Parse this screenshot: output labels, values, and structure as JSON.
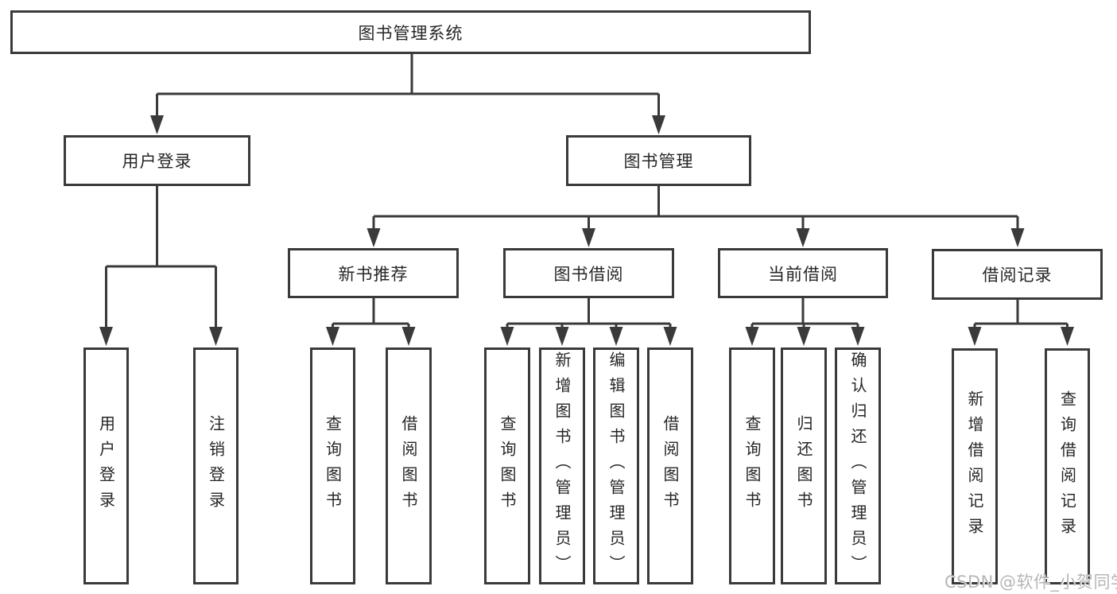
{
  "diagram_title": "图书管理系统",
  "colors": {
    "line": "#3a3a3a",
    "box_border": "#3a3a3a",
    "box_fill": "#ffffff",
    "text": "#262626",
    "watermark": "#b6b6b6"
  },
  "nodes": {
    "root": {
      "label": "图书管理系统"
    },
    "user_login": {
      "label": "用户登录"
    },
    "book_mgmt": {
      "label": "图书管理"
    },
    "new_book_rec": {
      "label": "新书推荐"
    },
    "book_borrow": {
      "label": "图书借阅"
    },
    "current_borrow": {
      "label": "当前借阅"
    },
    "borrow_records": {
      "label": "借阅记录"
    },
    "leaf_user_login": {
      "label": "用户登录"
    },
    "leaf_logout": {
      "label": "注销登录"
    },
    "leaf_query_book_rec": {
      "label": "查询图书"
    },
    "leaf_borrow_book_rec": {
      "label": "借阅图书"
    },
    "leaf_query_book_borrow": {
      "label": "查询图书"
    },
    "leaf_add_book_admin": {
      "label": "新增图书（管理员）"
    },
    "leaf_edit_book_admin": {
      "label": "编辑图书（管理员）"
    },
    "leaf_borrow_book_borrow": {
      "label": "借阅图书"
    },
    "leaf_query_book_current": {
      "label": "查询图书"
    },
    "leaf_return_book": {
      "label": "归还图书"
    },
    "leaf_confirm_return_admin": {
      "label": "确认归还（管理员）"
    },
    "leaf_add_borrow_record": {
      "label": "新增借阅记录"
    },
    "leaf_query_borrow_record": {
      "label": "查询借阅记录"
    }
  },
  "watermark": {
    "text": "CSDN @软件_小贺同学"
  }
}
